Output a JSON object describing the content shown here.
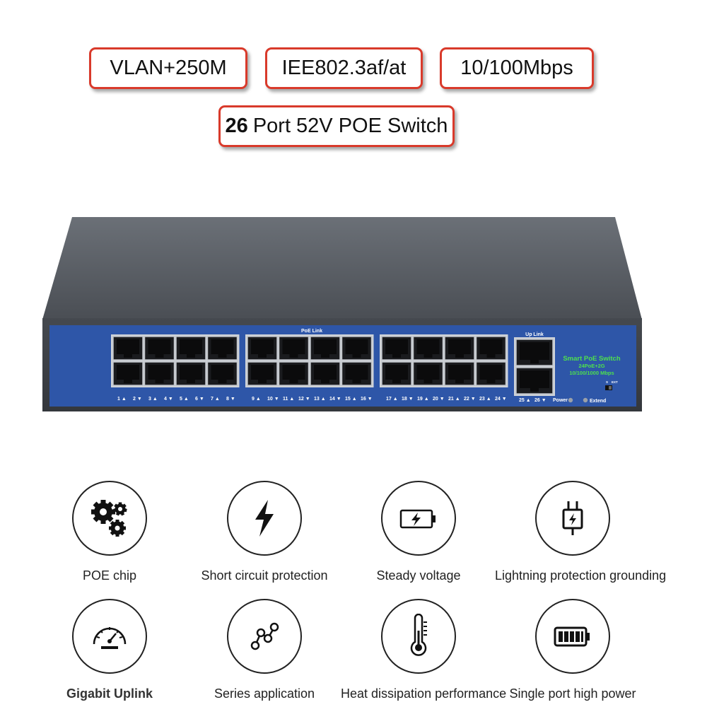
{
  "badges": {
    "vlan": "VLAN+250M",
    "ieee": "IEE802.3af/at",
    "speed": "10/100Mbps",
    "title_bold": "26",
    "title_rest": "Port 52V POE Switch"
  },
  "device": {
    "poe_link_label": "PoE Link",
    "uplink_label": "Up Link",
    "brand_line1": "Smart PoE Switch",
    "brand_line2": "24PoE+2G",
    "brand_line3": "10/100/1000 Mbps",
    "power_label": "Power",
    "extend_label": "Extend",
    "switch_label_left": "S",
    "switch_label_right": "EXT",
    "port_numbers": [
      "1",
      "2",
      "3",
      "4",
      "5",
      "6",
      "7",
      "8",
      "9",
      "10",
      "11",
      "12",
      "13",
      "14",
      "15",
      "16",
      "17",
      "18",
      "19",
      "20",
      "21",
      "22",
      "23",
      "24"
    ],
    "uplink_numbers": [
      "25",
      "26"
    ],
    "colors": {
      "panel": "#2e56a8",
      "body": "#4b4f55",
      "brand_green": "#4ee04e"
    }
  },
  "features": [
    {
      "label": "POE chip",
      "icon": "gears-icon"
    },
    {
      "label": "Short circuit protection",
      "icon": "lightning-icon"
    },
    {
      "label": "Steady voltage",
      "icon": "battery-charging-icon"
    },
    {
      "label": "Lightning protection grounding",
      "icon": "plug-icon"
    },
    {
      "label": "Gigabit Uplink",
      "icon": "speedometer-icon"
    },
    {
      "label": "Series application",
      "icon": "nodes-icon"
    },
    {
      "label": "Heat dissipation performance",
      "icon": "thermometer-icon"
    },
    {
      "label": "Single port high power",
      "icon": "battery-full-icon"
    }
  ],
  "badge_color": "#d93a2b"
}
